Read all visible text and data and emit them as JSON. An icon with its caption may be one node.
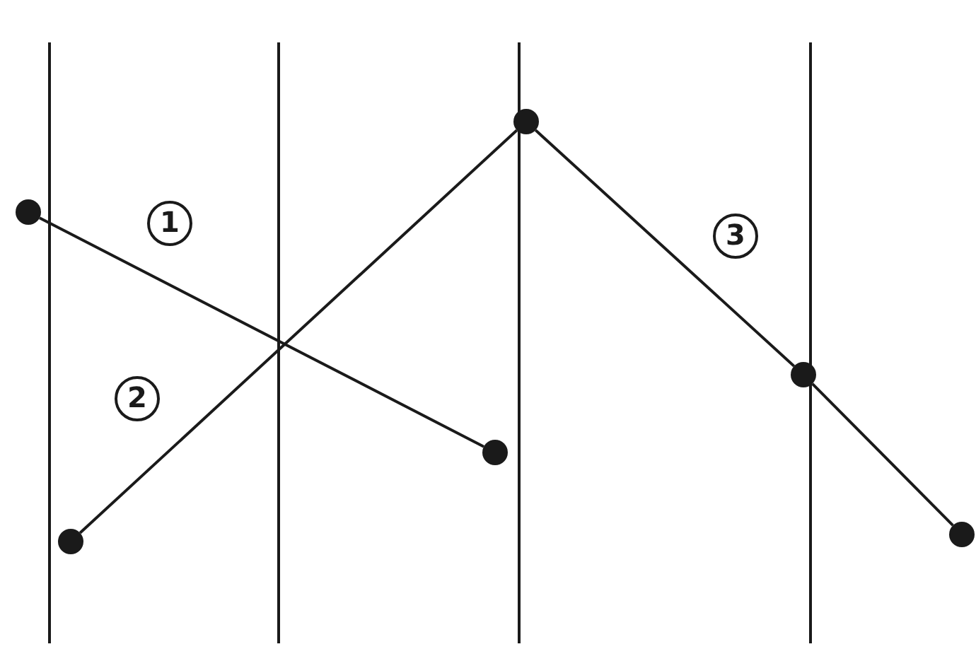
{
  "diagram": {
    "nodes": [
      {
        "text": [],
        "shape": "circle"
      },
      {
        "text": [],
        "shape": "circle"
      },
      {
        "text": [],
        "shape": "circle"
      },
      {
        "text": [],
        "shape": "circle"
      },
      {
        "text": [],
        "shape": "circle"
      },
      {
        "text": [],
        "shape": "circle"
      }
    ],
    "edges": [
      {
        "from": 0,
        "to": 2,
        "arrow": "none",
        "label": "1"
      },
      {
        "from": 1,
        "to": 3,
        "arrow": "none",
        "label": "2"
      },
      {
        "from": 3,
        "to": 4,
        "arrow": "none",
        "label": "3"
      },
      {
        "from": 4,
        "to": 5,
        "arrow": "none"
      }
    ]
  }
}
